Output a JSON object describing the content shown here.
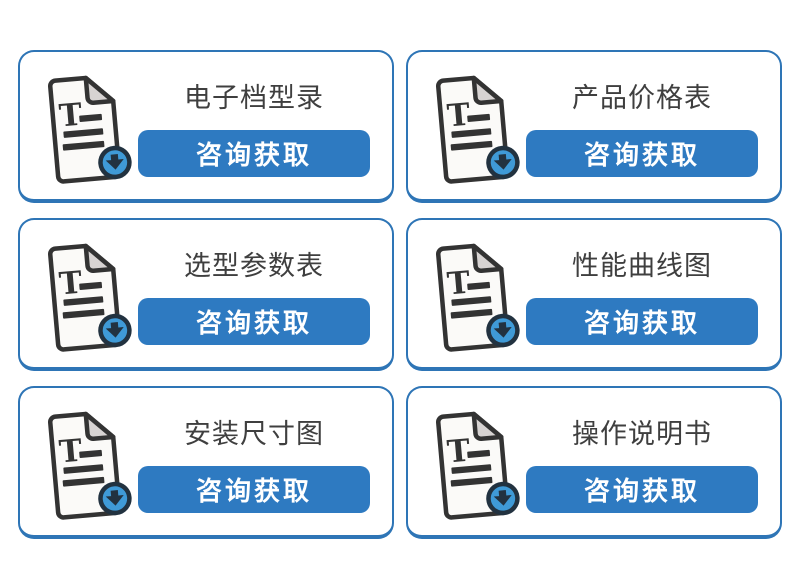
{
  "theme": {
    "card_border_color": "#2e75b6",
    "button_color": "#2e7ac1",
    "button_text_color": "#ffffff",
    "title_color": "#3f3f3f",
    "badge_color": "#3f9ad7",
    "icon_outline_color": "#333333",
    "fold_color": "#d7d3d2",
    "page_background": "#ffffff"
  },
  "icon": {
    "name": "document-download-icon",
    "letter": "T"
  },
  "cards": [
    {
      "title": "电子档型录",
      "button_label": "咨询获取"
    },
    {
      "title": "产品价格表",
      "button_label": "咨询获取"
    },
    {
      "title": "选型参数表",
      "button_label": "咨询获取"
    },
    {
      "title": "性能曲线图",
      "button_label": "咨询获取"
    },
    {
      "title": "安装尺寸图",
      "button_label": "咨询获取"
    },
    {
      "title": "操作说明书",
      "button_label": "咨询获取"
    }
  ]
}
